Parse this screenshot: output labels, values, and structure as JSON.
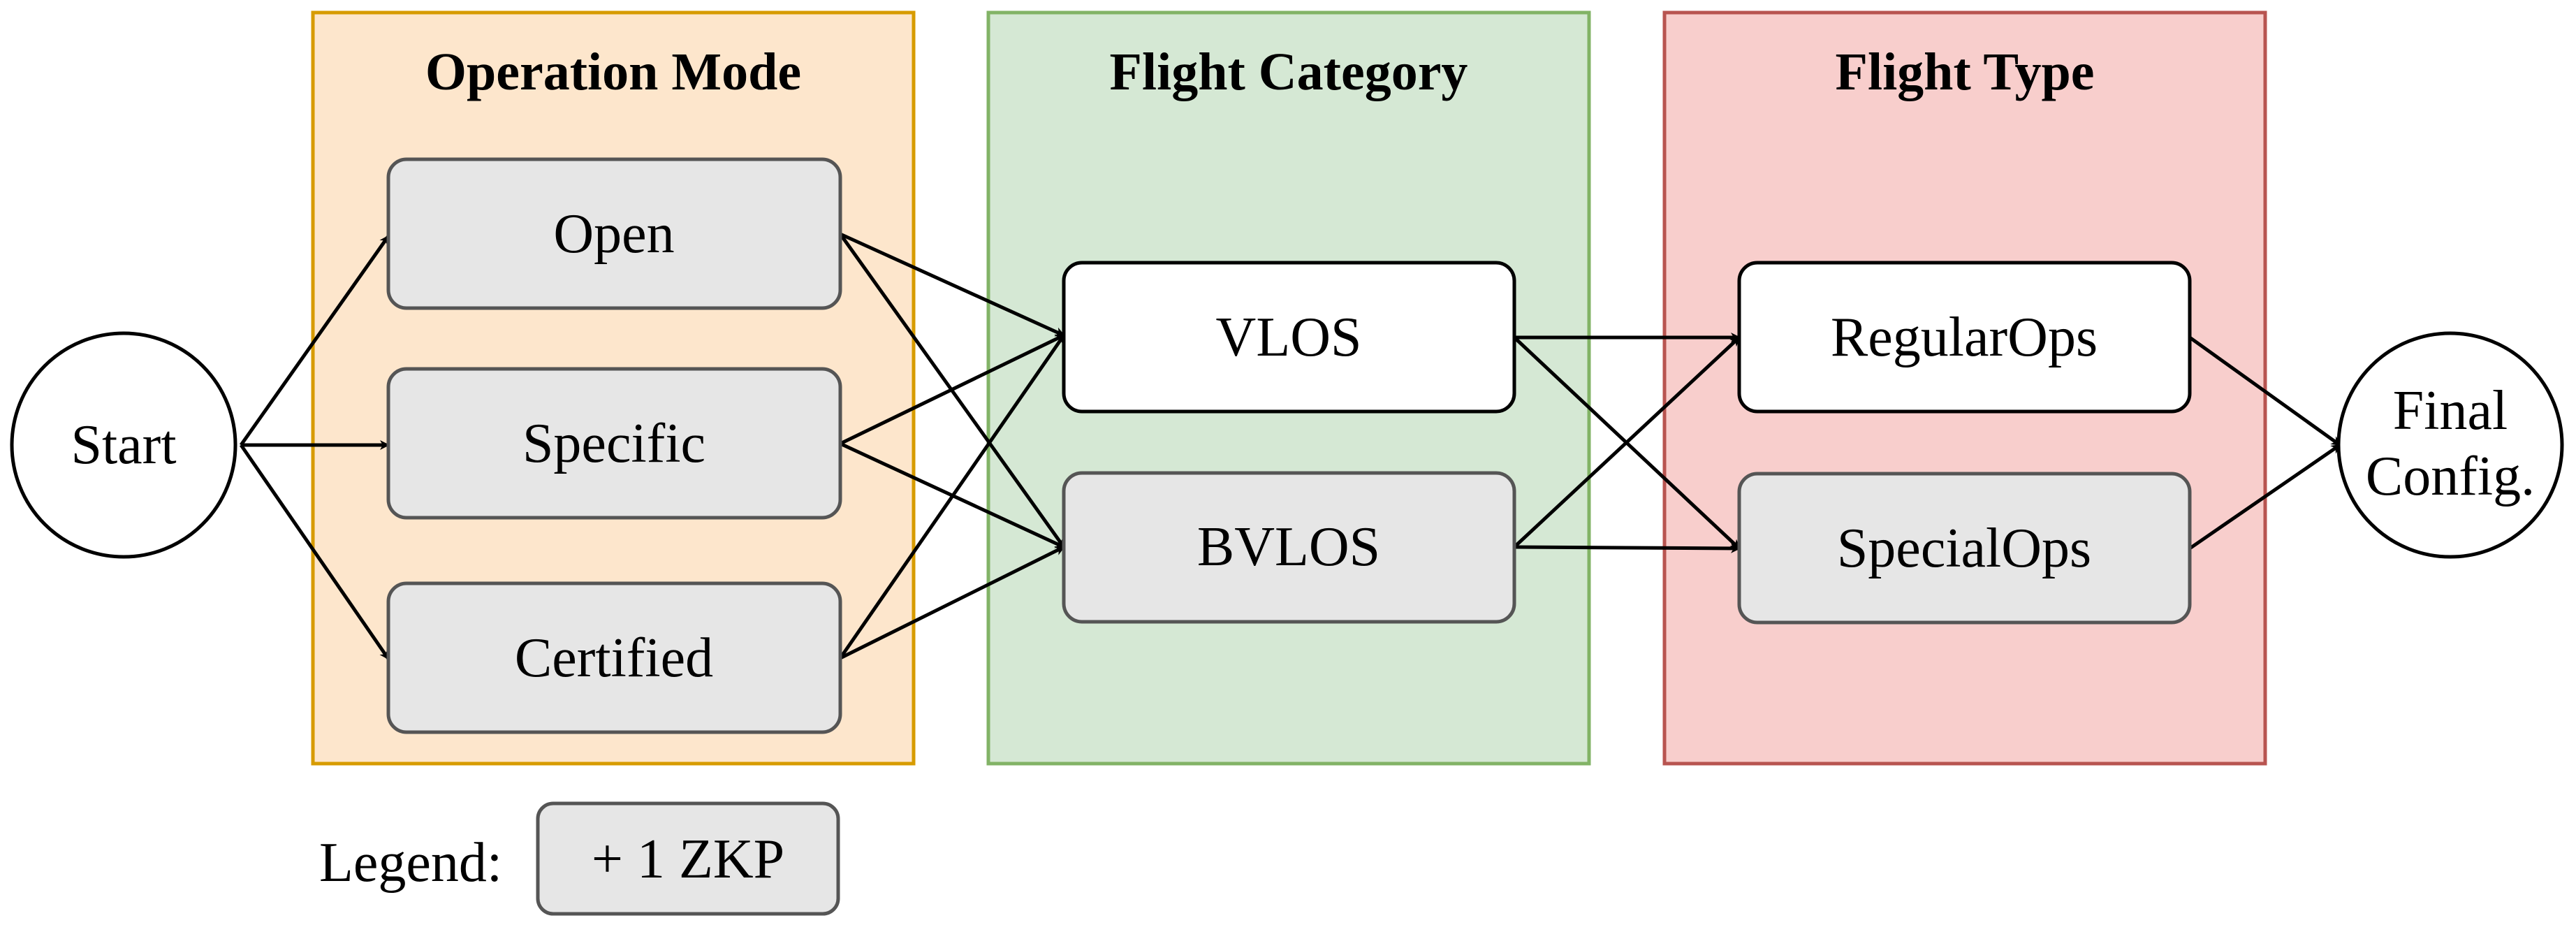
{
  "panels": {
    "operation_mode": {
      "title": "Operation Mode",
      "fill": "#fde6cc",
      "stroke": "#d79b00"
    },
    "flight_category": {
      "title": "Flight Category",
      "fill": "#d5e8d4",
      "stroke": "#82b366"
    },
    "flight_type": {
      "title": "Flight Type",
      "fill": "#f8cecc",
      "stroke": "#b85450"
    }
  },
  "nodes": {
    "start": "Start",
    "final": {
      "line1": "Final",
      "line2": "Config."
    },
    "open": "Open",
    "specific": "Specific",
    "certified": "Certified",
    "vlos": "VLOS",
    "bvlos": "BVLOS",
    "regular_ops": "RegularOps",
    "special_ops": "SpecialOps"
  },
  "legend": {
    "label": "Legend:",
    "item": "+ 1 ZKP",
    "item_fill": "#e6e6e6"
  },
  "colors": {
    "zkp_node_fill": "#e6e6e6",
    "plain_node_fill": "#ffffff",
    "edge": "#000000"
  }
}
